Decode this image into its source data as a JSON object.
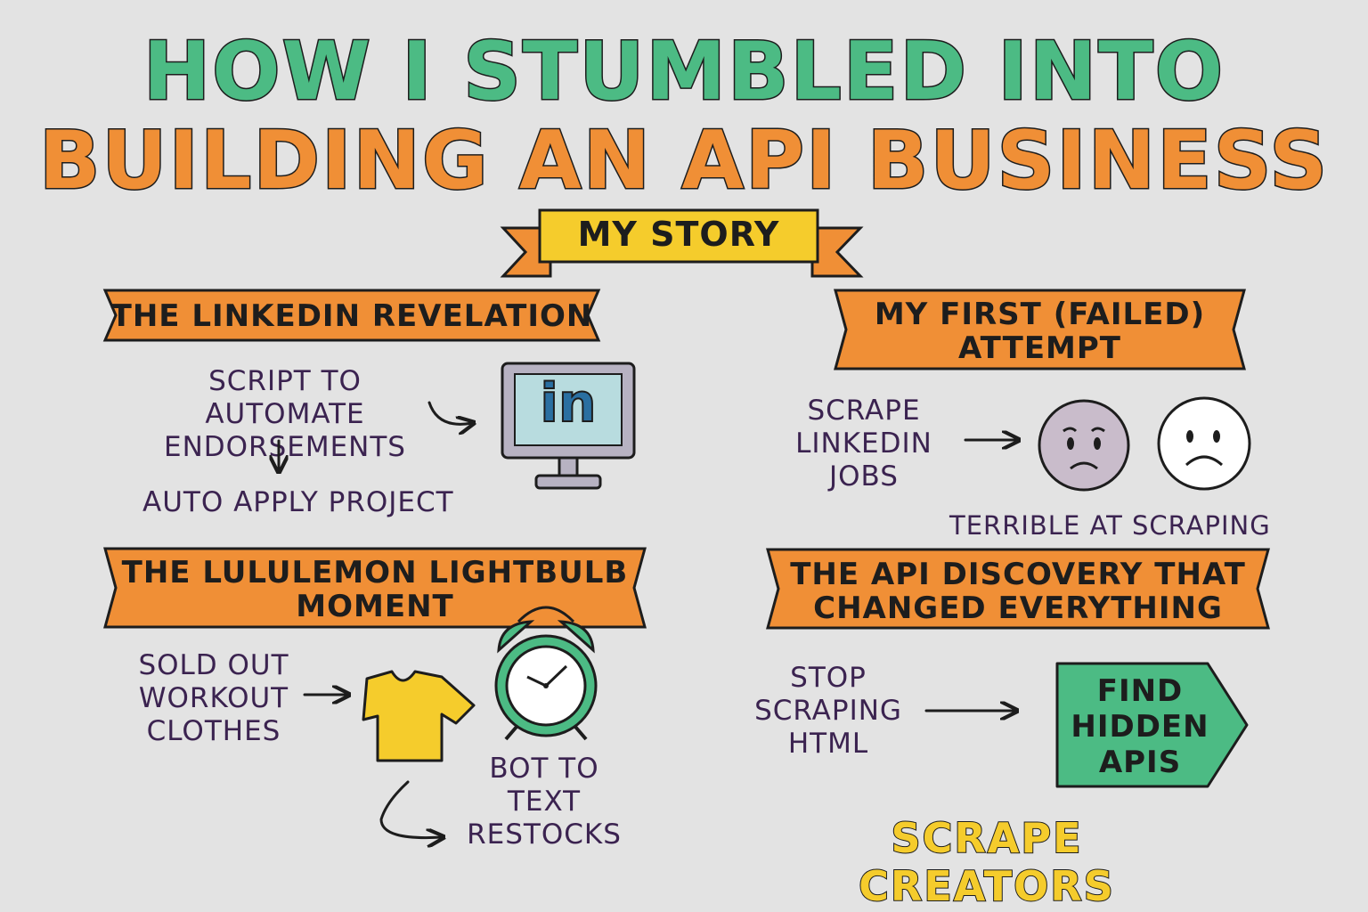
{
  "title": {
    "line1": "HOW I STUMBLED INTO",
    "line2": "BUILDING AN API BUSINESS"
  },
  "ribbon": "MY STORY",
  "sections": {
    "linkedin": {
      "heading": "THE LINKEDIN REVELATION",
      "script_text": "SCRIPT TO AUTOMATE\nENDORSEMENTS",
      "auto_apply": "AUTO APPLY PROJECT",
      "icon_text": "in"
    },
    "failed": {
      "heading_line1": "MY FIRST (FAILED)",
      "heading_line2": "ATTEMPT",
      "scrape_text": "SCRAPE\nLINKEDIN\nJOBS",
      "caption": "TERRIBLE AT SCRAPING"
    },
    "lululemon": {
      "heading_line1": "THE LULULEMON LIGHTBULB",
      "heading_line2": "MOMENT",
      "sold_out": "SOLD OUT\nWORKOUT\nCLOTHES",
      "bot_text": "BOT TO\nTEXT\nRESTOCKS"
    },
    "api": {
      "heading_line1": "THE API DISCOVERY THAT",
      "heading_line2": "CHANGED EVERYTHING",
      "stop_text": "STOP\nSCRAPING\nHTML",
      "sign_text": "FIND\nHIDDEN\nAPIS"
    }
  },
  "brand": "SCRAPE CREATORS",
  "colors": {
    "green": "#4cbb84",
    "orange": "#f08f36",
    "yellow": "#f5cc2c",
    "ink": "#1d1d1d",
    "text": "#3b2350",
    "background": "#e3e3e3"
  }
}
